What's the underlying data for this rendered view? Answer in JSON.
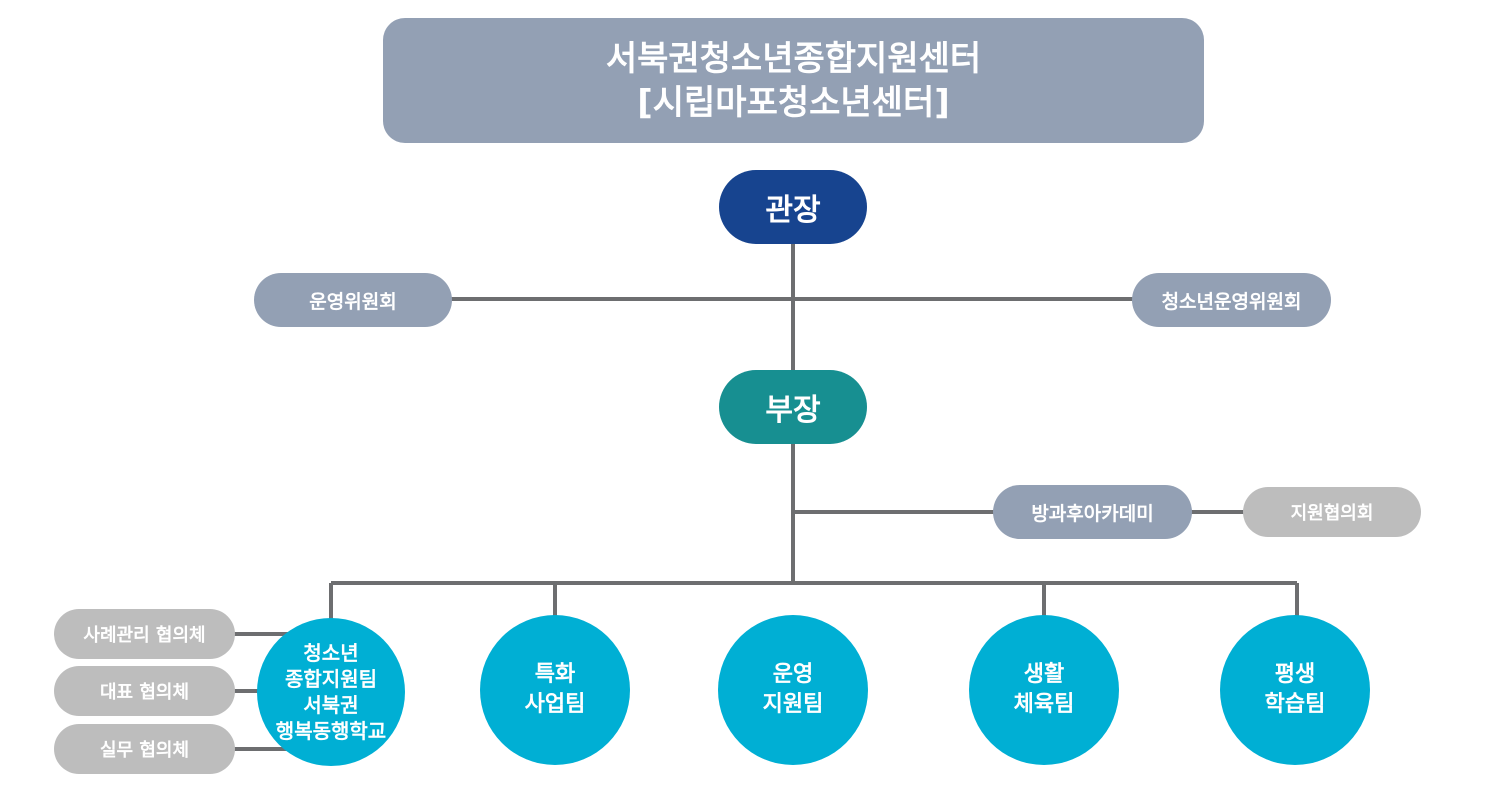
{
  "title": {
    "line1": "서북권청소년종합지원센터",
    "line2": "[시립마포청소년센터]"
  },
  "director": "관장",
  "deputy": "부장",
  "committees": {
    "left": "운영위원회",
    "right": "청소년운영위원회"
  },
  "academy": "방과후아카데미",
  "support_council": "지원협의회",
  "teams": [
    {
      "lines": [
        "청소년",
        "종합지원팀",
        "서북권",
        "행복동행학교"
      ]
    },
    {
      "lines": [
        "특화",
        "사업팀"
      ]
    },
    {
      "lines": [
        "운영",
        "지원팀"
      ]
    },
    {
      "lines": [
        "생활",
        "체육팀"
      ]
    },
    {
      "lines": [
        "평생",
        "학습팀"
      ]
    }
  ],
  "councils": [
    "사례관리 협의체",
    "대표 협의체",
    "실무 협의체"
  ],
  "colors": {
    "title_bg": "#93a0b4",
    "director_bg": "#17448f",
    "deputy_bg": "#178f91",
    "team_bg": "#00afd4",
    "gray_bg": "#bdbdbd",
    "line": "#6d6e70"
  }
}
